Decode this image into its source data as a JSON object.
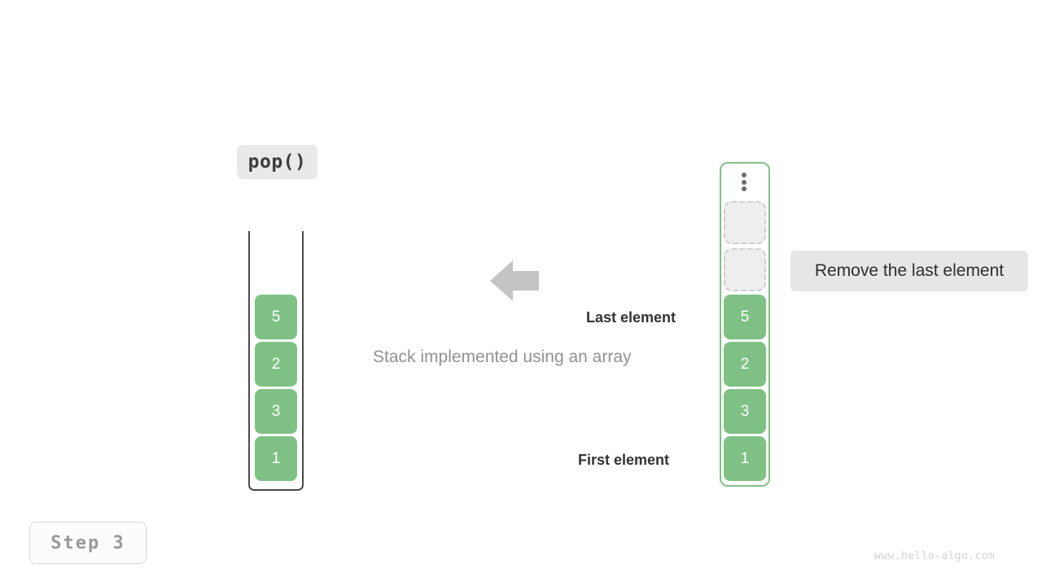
{
  "operation": {
    "label": "pop()"
  },
  "caption": "Stack implemented using an array",
  "note": {
    "text": "Remove the last element"
  },
  "annotations": {
    "last_element": "Last element",
    "first_element": "First element"
  },
  "step": {
    "label": "Step 3"
  },
  "watermark": "www.hello-algo.com",
  "icons": {
    "ellipsis": "vertical-ellipsis-icon",
    "arrow": "arrow-left-icon"
  },
  "colors": {
    "cell_green": "#7fc185",
    "container_green": "#82bf86",
    "container_dark": "#4a4a4a",
    "slot_fill": "#eeeeee",
    "slot_border": "#cfcfcf",
    "label_bg": "#e9e9e9",
    "note_bg": "#e6e6e6",
    "arrow_gray": "#c4c4c4",
    "caption_gray": "#919191",
    "watermark_gray": "#d2d2d2"
  },
  "left_stack": {
    "name": "array-stack-before",
    "open_top": true,
    "values": [
      "5",
      "2",
      "3",
      "1"
    ]
  },
  "right_stack": {
    "name": "array-stack-after",
    "empty_slots": 2,
    "values": [
      "5",
      "2",
      "3",
      "1"
    ]
  }
}
